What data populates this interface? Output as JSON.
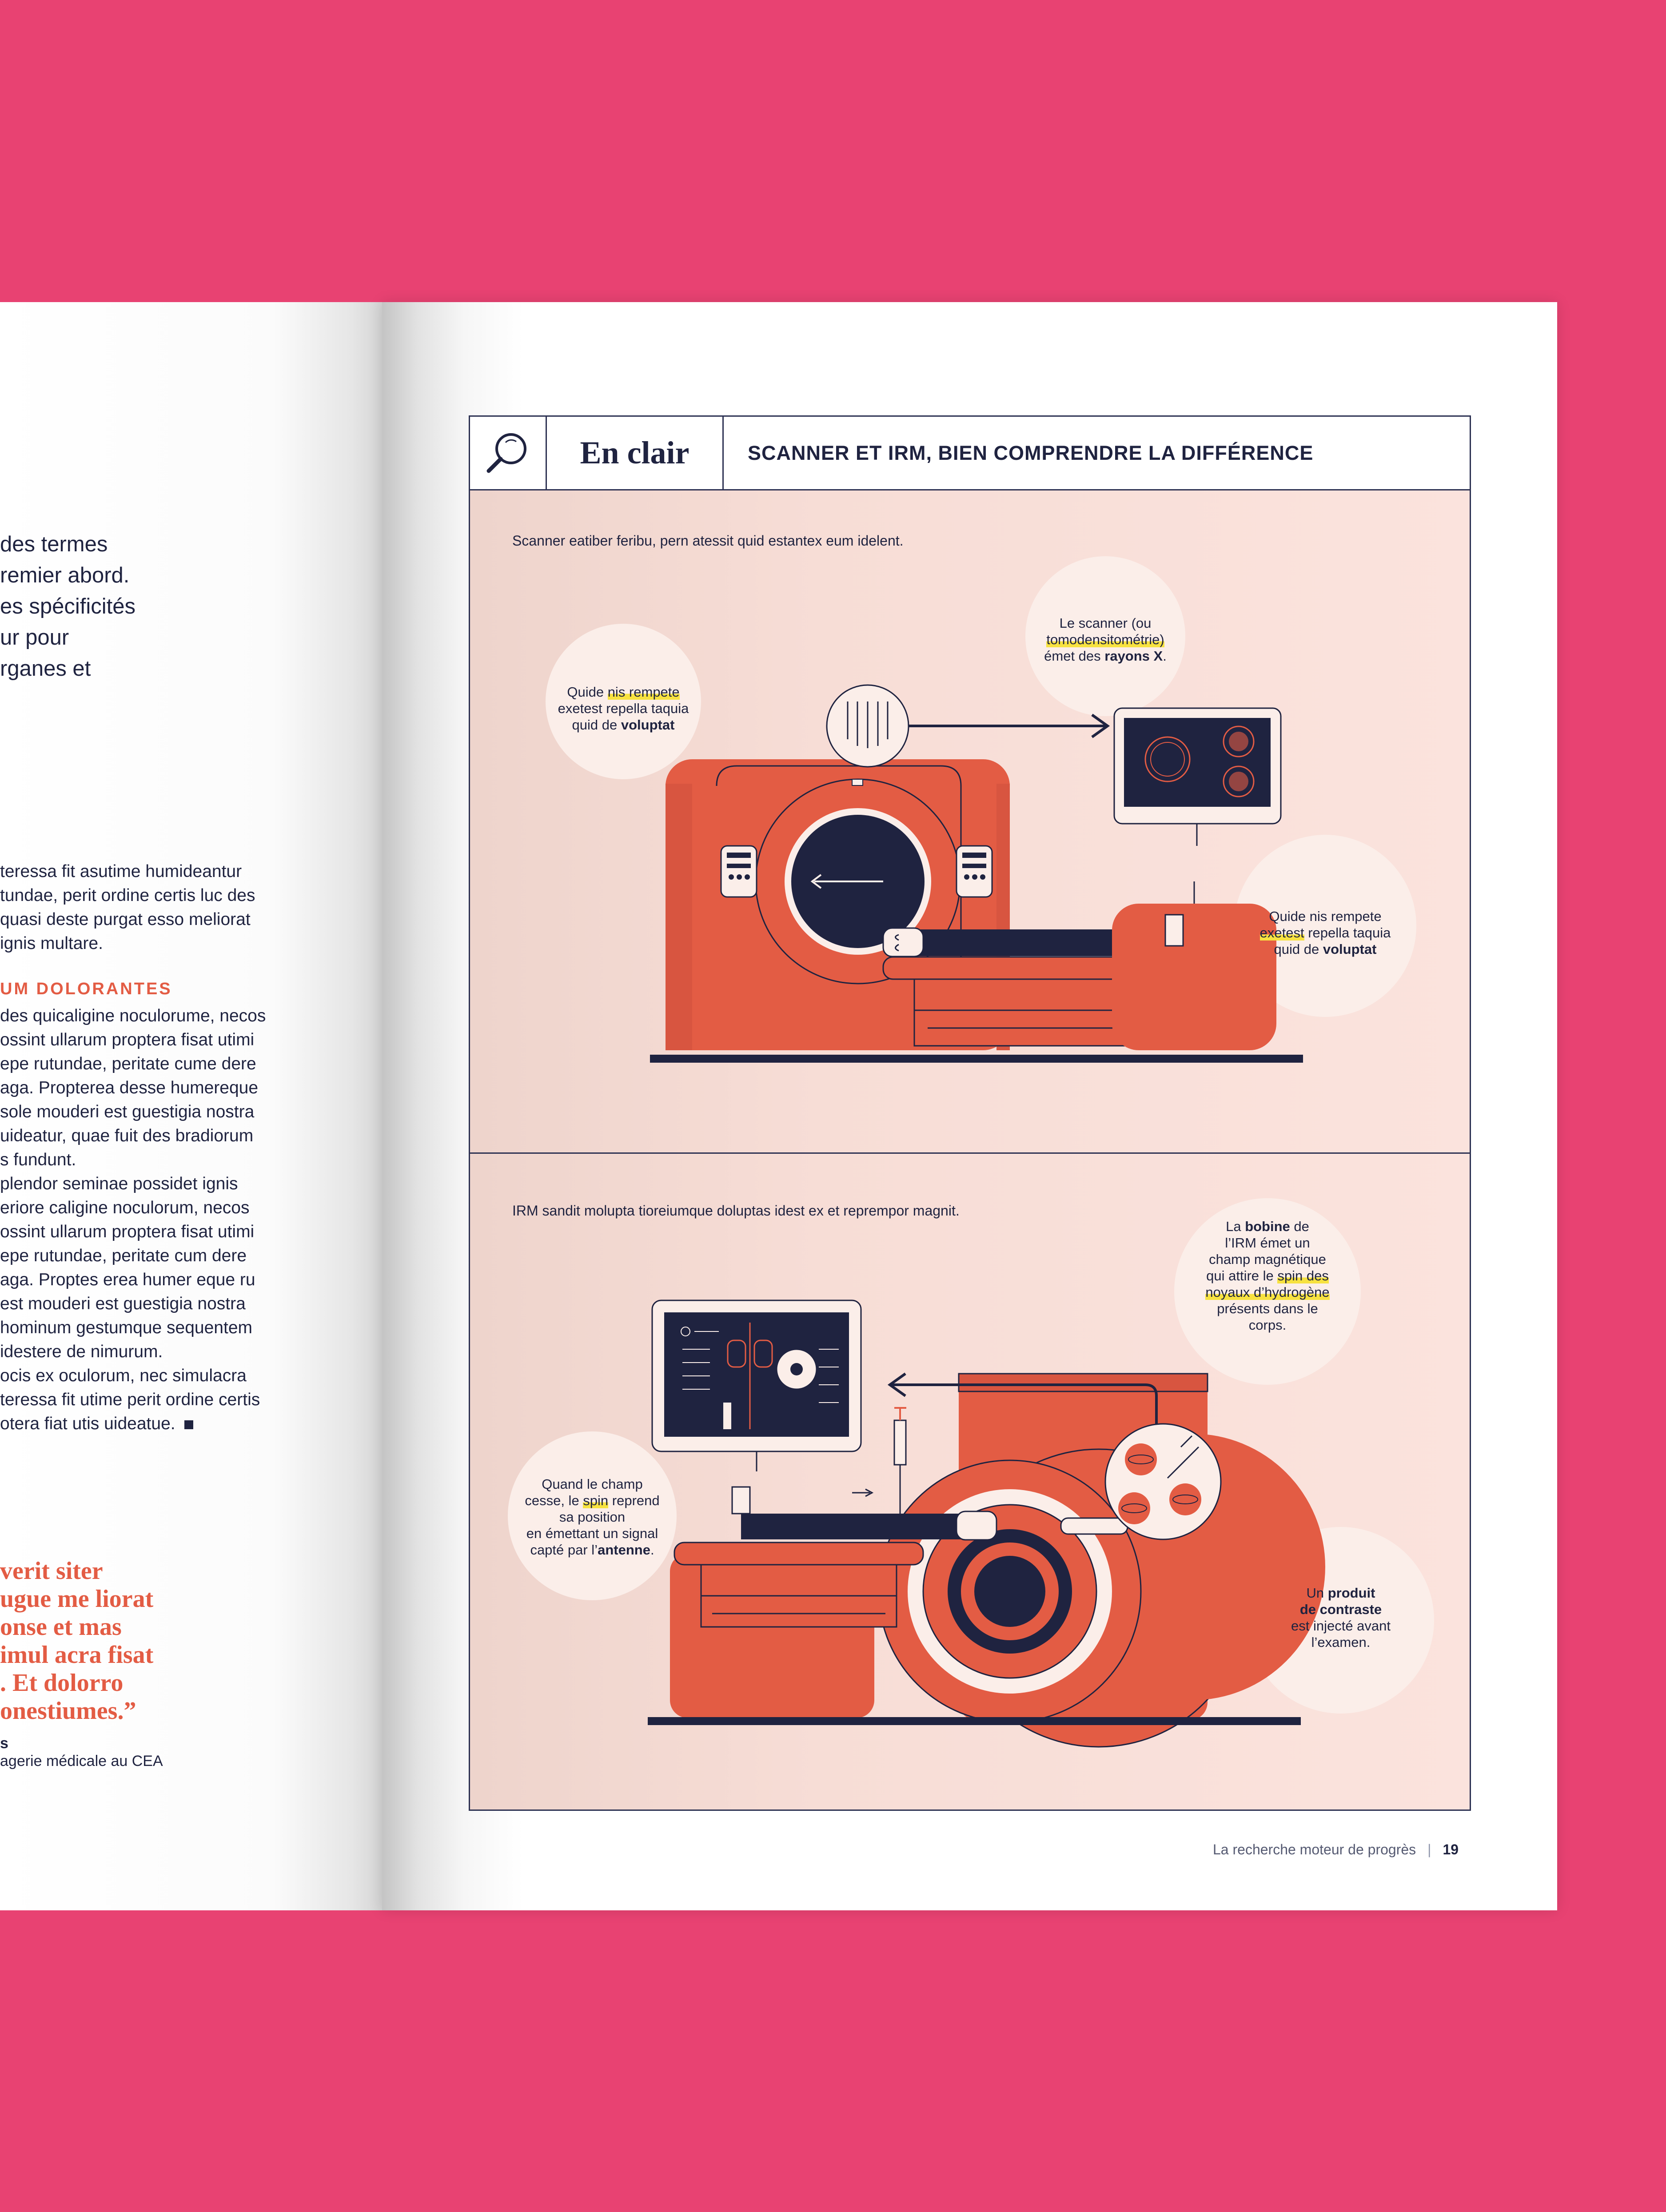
{
  "left_page": {
    "intro_lines": [
      "des termes",
      "remier abord.",
      "es spécificités",
      "ur pour",
      "rganes et"
    ],
    "body_lines": [
      "teressa fit asutime humideantur",
      "tundae, perit ordine certis luc des",
      "quasi deste purgat esso meliorat",
      "ignis multare."
    ],
    "subhead": "UM DOLORANTES",
    "body2_lines": [
      "des quicaligine noculorume, necos",
      "ossint ullarum proptera fisat utimi",
      "epe rutundae, peritate cume dere",
      "aga. Propterea desse humereque",
      "sole mouderi est guestigia nostra",
      "uideatur, quae fuit des bradiorum",
      "s fundunt.",
      "plendor seminae possidet ignis",
      "eriore caligine noculorum, necos",
      "ossint ullarum proptera fisat utimi",
      "epe rutundae, peritate cum dere",
      "aga. Proptes erea humer eque ru",
      "est mouderi est guestigia nostra",
      "hominum gestumque sequentem",
      "idestere de nimurum.",
      "ocis ex oculorum, nec simulacra",
      "teressa fit utime perit ordine certis",
      "otera fiat utis uideatue."
    ],
    "quote_lines": [
      "verit siter",
      "ugue me liorat",
      "onse et mas",
      "imul acra fisat",
      ". Et dolorro",
      "onestiumes.”"
    ],
    "attribution_name": "s",
    "attribution_role": "agerie médicale au CEA"
  },
  "infographic": {
    "header_title": "En clair",
    "header_subtitle": "SCANNER ET IRM, BIEN COMPRENDRE LA DIFFÉRENCE",
    "scanner": {
      "lead": "Scanner eatiber feribu, pern atessit quid estantex eum idelent.",
      "bubble_left": {
        "l1": "Quide ",
        "hl": "nis rempete",
        "l2": "exetest repella taquia",
        "l3": "quid de ",
        "bold": "voluptat"
      },
      "bubble_top": {
        "l1": "Le scanner (ou",
        "hl": "tomodensitométrie)",
        "l3": "émet des ",
        "bold": "rayons X",
        "end": "."
      },
      "bubble_right": {
        "l1": "Quide nis rempete",
        "hl": "exetest",
        "l2": " repella taquia",
        "l3": "quid de ",
        "bold": "voluptat"
      }
    },
    "irm": {
      "lead": "IRM sandit molupta tioreiumque doluptas idest ex et reprempor magnit.",
      "bubble_top": {
        "a": "La ",
        "b1": "bobine",
        "c": " de",
        "d": "l’IRM émet un",
        "e": "champ magnétique",
        "f": "qui attire le ",
        "hl1": "spin des",
        "hl2": "noyaux d’hydrogène",
        "g": "présents dans le",
        "h": "corps."
      },
      "bubble_left": {
        "a": "Quand le champ",
        "b": "cesse, le ",
        "hl": "spin",
        "c": " reprend",
        "d": "sa position",
        "e": "en émettant un signal",
        "f": "capté par l’",
        "bold": "antenne",
        "g": "."
      },
      "bubble_right": {
        "a": "Un ",
        "b1": "produit",
        "c": "de contraste",
        "d": "est injecté avant",
        "e": "l’examen."
      }
    }
  },
  "footer": {
    "text": "La recherche moteur de progrès",
    "sep": "|",
    "page": "19"
  },
  "colors": {
    "background": "#e84272",
    "navy": "#1f2340",
    "coral": "#e35c44",
    "panel": "#f7ddd6",
    "cream": "#fbeee9",
    "highlight": "#f7e240"
  },
  "icons": [
    "magnifier-icon"
  ]
}
